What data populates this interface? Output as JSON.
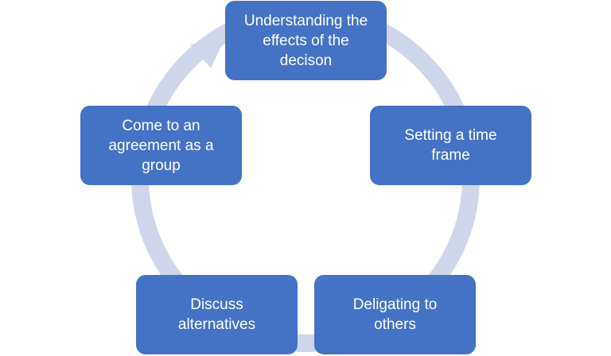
{
  "colors": {
    "box_fill": "#4472c4",
    "box_text": "#ffffff",
    "cycle_arrow": "#cfd5ea",
    "background": "#ffffff"
  },
  "steps": [
    {
      "label": "Understanding the\neffects of the\ndecison"
    },
    {
      "label": "Setting a time\nframe"
    },
    {
      "label": "Deligating to\nothers"
    },
    {
      "label": "Discuss\nalternatives"
    },
    {
      "label": "Come to an\nagreement as a\ngroup"
    }
  ]
}
